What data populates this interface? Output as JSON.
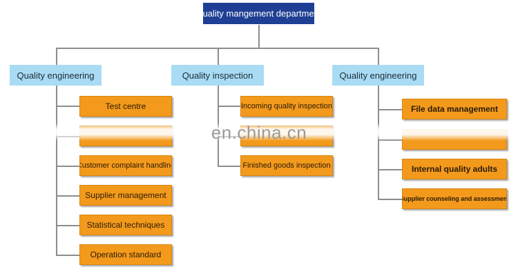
{
  "top": {
    "label": "Quality mangement department"
  },
  "branches": [
    {
      "label": "Quality engineering",
      "items": [
        "Test centre",
        "",
        "Customer complaint handling",
        "Supplier management",
        "Statistical techniques",
        "Operation standard"
      ]
    },
    {
      "label": "Quality inspection",
      "items": [
        "Incoming quality inspection",
        "",
        "Finished goods inspection"
      ]
    },
    {
      "label": "Quality engineering",
      "items": [
        "File data management",
        "",
        "Internal quality adults",
        "Supplier counseling and assessment"
      ]
    }
  ],
  "watermark": "en.china.cn",
  "colors": {
    "top_box": "#1f3f94",
    "header_box": "#a9dcf4",
    "node_box": "#f39a1c",
    "connector": "#8c8c8c"
  }
}
